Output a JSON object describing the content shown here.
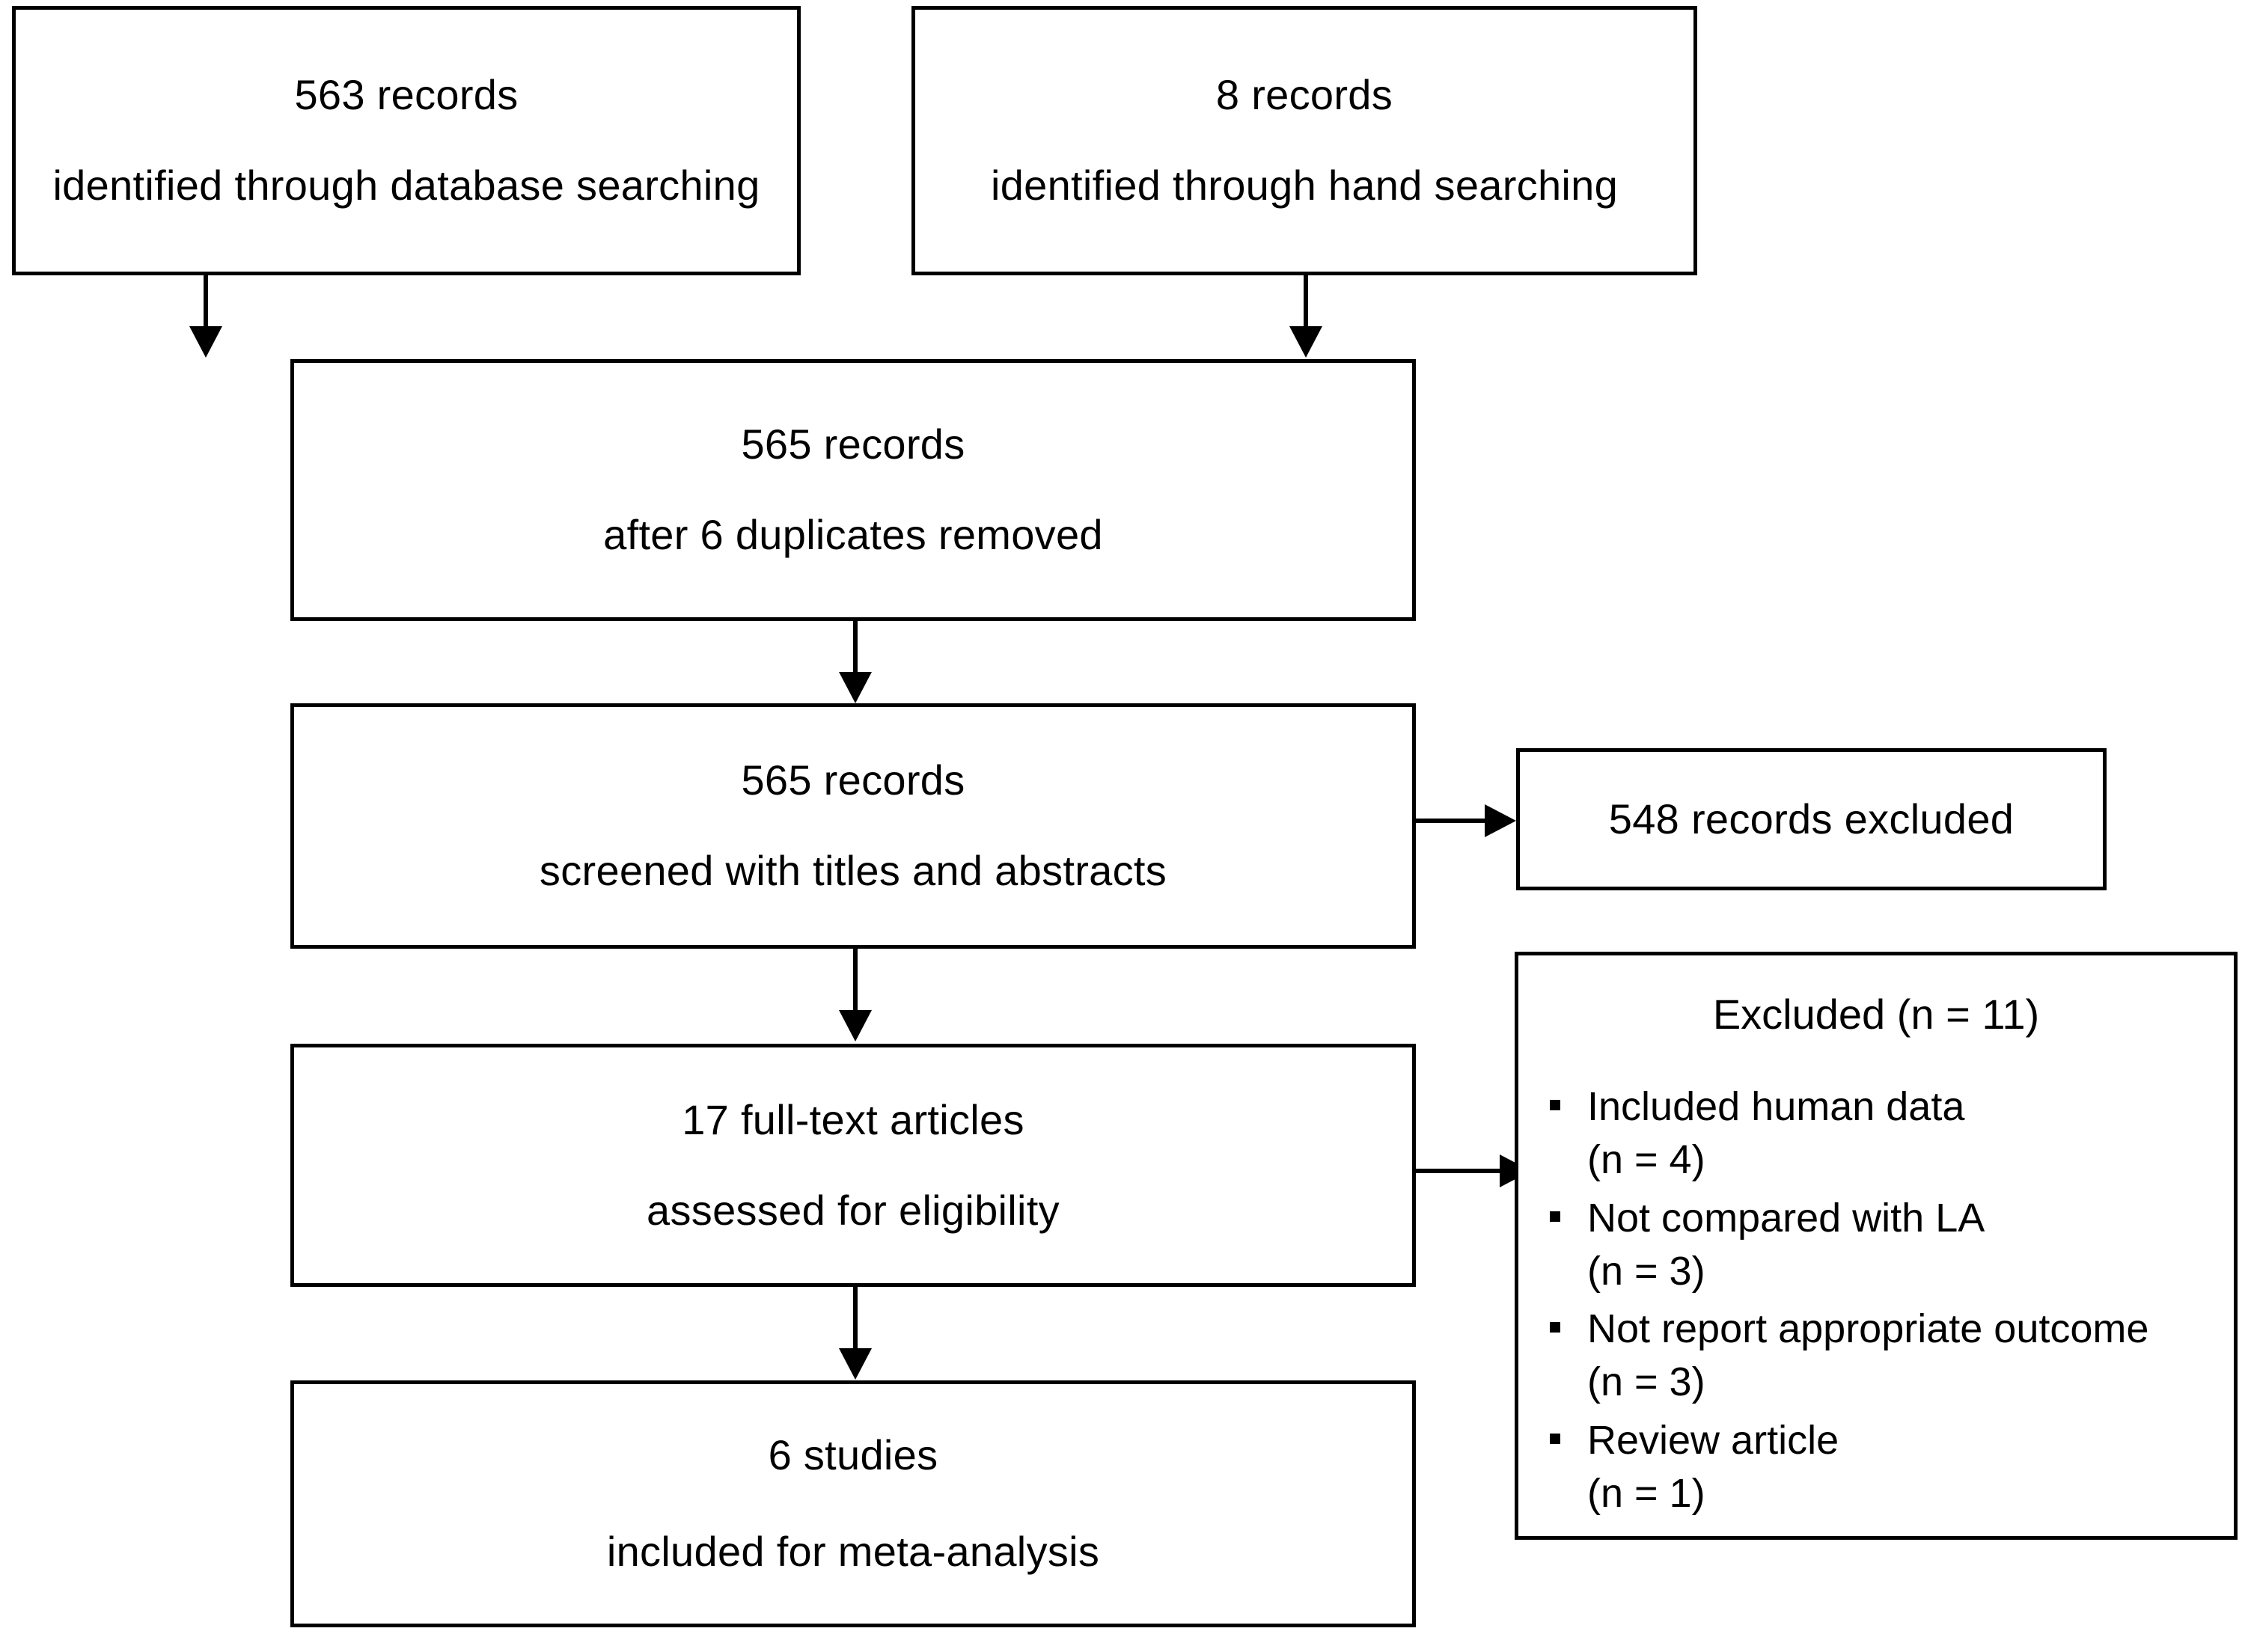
{
  "diagram": {
    "type": "prisma-flow-diagram",
    "nodes": {
      "database_search": {
        "count_line": "563 records",
        "desc_line": "identified  through  database searching"
      },
      "hand_search": {
        "count_line": "8 records",
        "desc_line": "identified  through  hand searching"
      },
      "after_duplicates": {
        "count_line": "565 records",
        "desc_line": "after 6 duplicates removed"
      },
      "screened": {
        "count_line": "565 records",
        "desc_line": "screened with titles and abstracts"
      },
      "records_excluded": {
        "label": "548 records excluded"
      },
      "full_text": {
        "count_line": "17 full-text  articles",
        "desc_line": "assessed for eligibility"
      },
      "excluded_reasons": {
        "title": "Excluded (n = 11)",
        "items": [
          {
            "reason": "Included  human  data",
            "count": "(n = 4)"
          },
          {
            "reason": "Not compared with LA",
            "count": "(n = 3)"
          },
          {
            "reason": "Not report appropriate outcome",
            "count": "(n = 3)"
          },
          {
            "reason": "Review article",
            "count": "(n = 1)"
          }
        ]
      },
      "included": {
        "count_line": "6 studies",
        "desc_line": "included for meta-analysis"
      }
    },
    "colors": {
      "stroke": "#000000",
      "background": "#ffffff",
      "text": "#000000"
    }
  }
}
